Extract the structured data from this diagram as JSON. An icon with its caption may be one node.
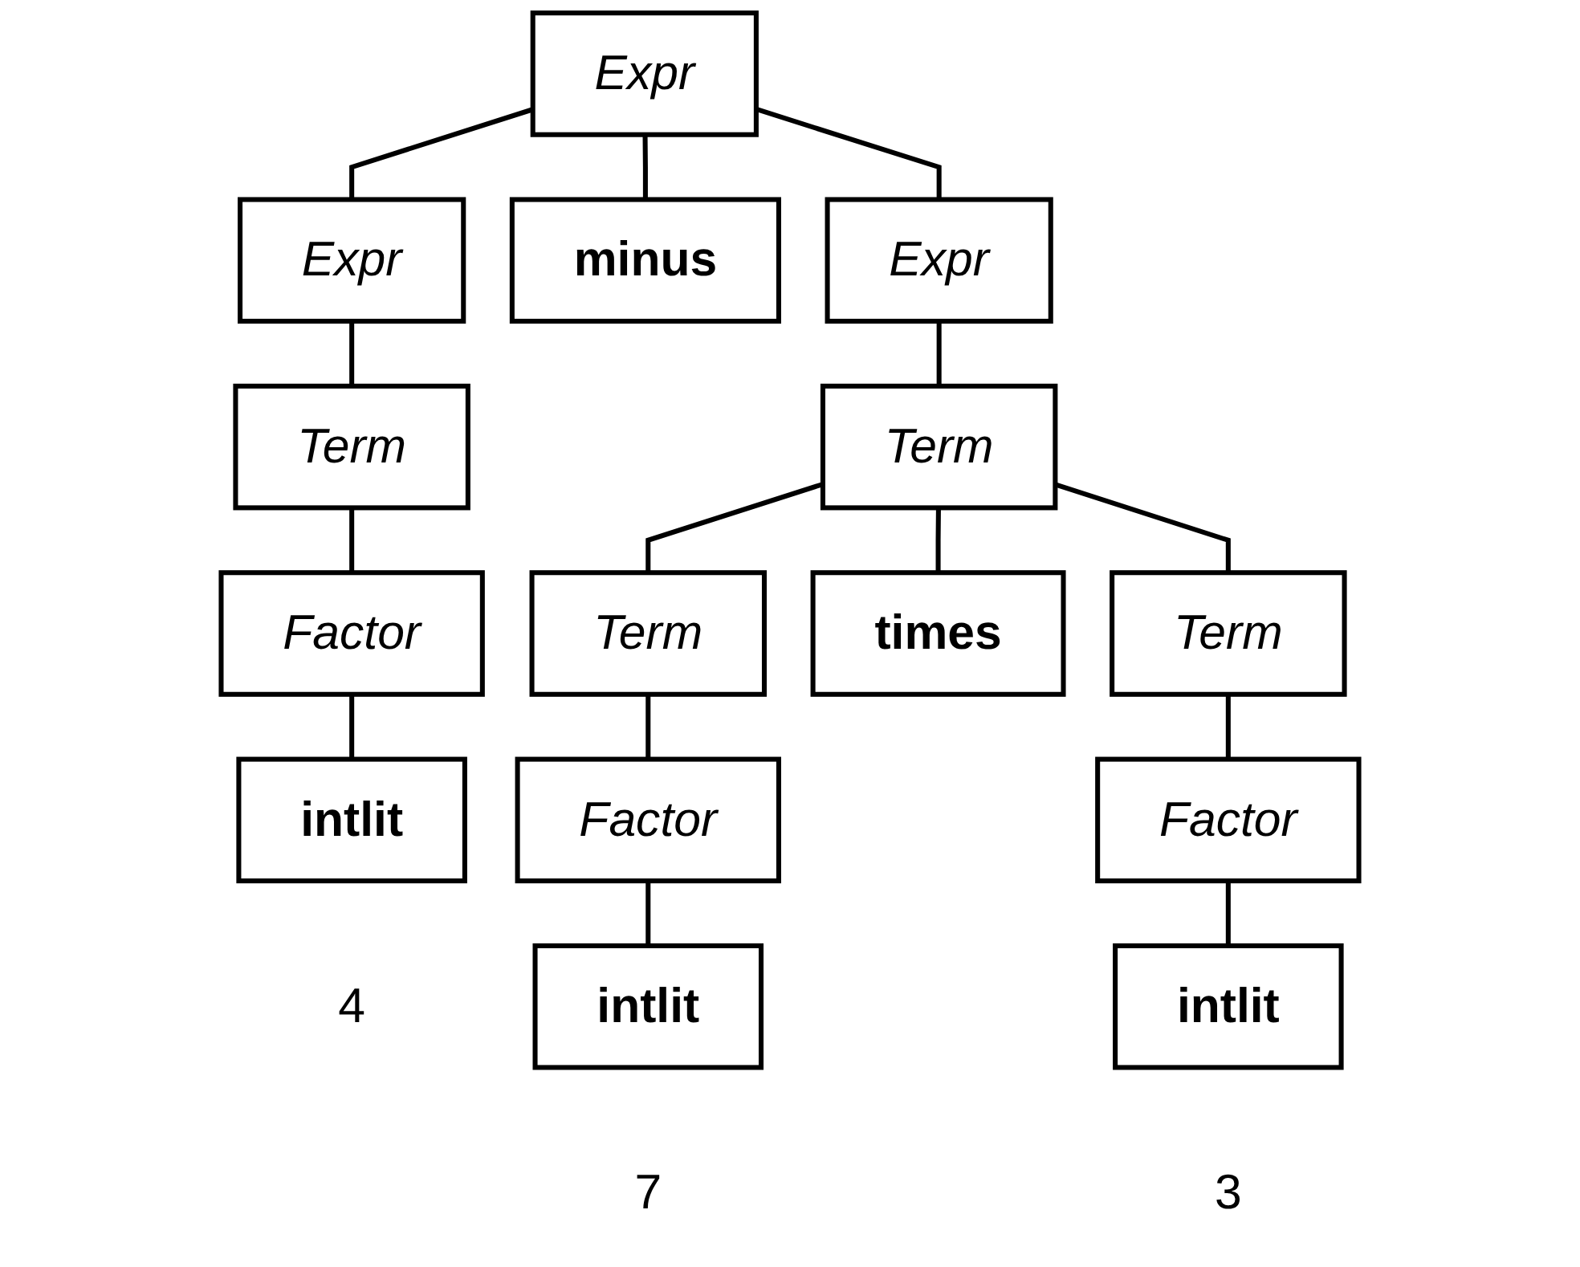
{
  "diagram": {
    "nodes": [
      {
        "text": [
          "Expr"
        ]
      },
      {
        "text": [
          "Expr"
        ]
      },
      {
        "text": [
          "minus"
        ]
      },
      {
        "text": [
          "Expr"
        ]
      },
      {
        "text": [
          "Term"
        ]
      },
      {
        "text": [
          "Term"
        ]
      },
      {
        "text": [
          "Factor"
        ]
      },
      {
        "text": [
          "Term"
        ]
      },
      {
        "text": [
          "times"
        ]
      },
      {
        "text": [
          "Term"
        ]
      },
      {
        "text": [
          "intlit"
        ],
        "beside": [
          "4"
        ]
      },
      {
        "text": [
          "Factor"
        ]
      },
      {
        "text": [
          "Factor"
        ]
      },
      {
        "text": [
          "intlit"
        ],
        "beside": [
          "7"
        ]
      },
      {
        "text": [
          "intlit"
        ],
        "beside": [
          "3"
        ]
      }
    ],
    "edges": [
      {
        "from": 0,
        "to": 1,
        "arrow": "none"
      },
      {
        "from": 0,
        "to": 2,
        "arrow": "none"
      },
      {
        "from": 0,
        "to": 3,
        "arrow": "none"
      },
      {
        "from": 1,
        "to": 4,
        "arrow": "none"
      },
      {
        "from": 4,
        "to": 6,
        "arrow": "none"
      },
      {
        "from": 6,
        "to": 10,
        "arrow": "none"
      },
      {
        "from": 3,
        "to": 5,
        "arrow": "none"
      },
      {
        "from": 5,
        "to": 7,
        "arrow": "none"
      },
      {
        "from": 5,
        "to": 8,
        "arrow": "none"
      },
      {
        "from": 5,
        "to": 9,
        "arrow": "none"
      },
      {
        "from": 7,
        "to": 11,
        "arrow": "none"
      },
      {
        "from": 9,
        "to": 12,
        "arrow": "none"
      },
      {
        "from": 11,
        "to": 13,
        "arrow": "none"
      },
      {
        "from": 12,
        "to": 14,
        "arrow": "none"
      }
    ]
  }
}
